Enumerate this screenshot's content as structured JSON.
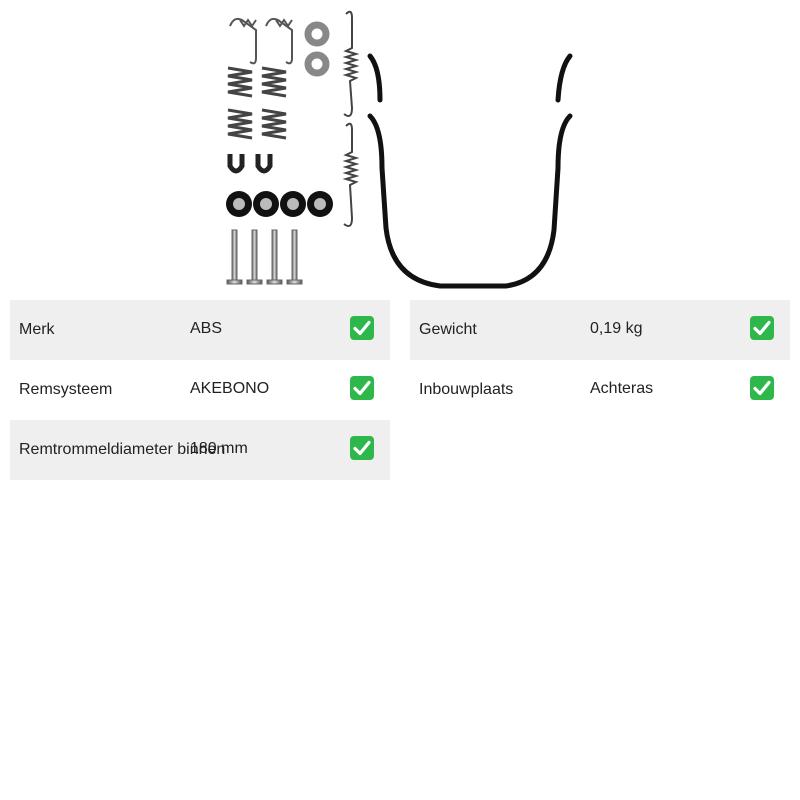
{
  "product": {
    "image_icon": "brake-shoe-accessory-kit"
  },
  "specs": {
    "left": [
      {
        "label": "Merk",
        "value": "ABS",
        "icon": "check-icon"
      },
      {
        "label": "Remsysteem",
        "value": "AKEBONO",
        "icon": "check-icon"
      },
      {
        "label": "Remtrommeldiameter binnen",
        "value": "180 mm",
        "icon": "check-icon"
      }
    ],
    "right": [
      {
        "label": "Gewicht",
        "value": "0,19 kg",
        "icon": "check-icon"
      },
      {
        "label": "Inbouwplaats",
        "value": "Achteras",
        "icon": "check-icon"
      }
    ]
  },
  "colors": {
    "row_shade": "#efefef",
    "check_green": "#2eb84b"
  }
}
